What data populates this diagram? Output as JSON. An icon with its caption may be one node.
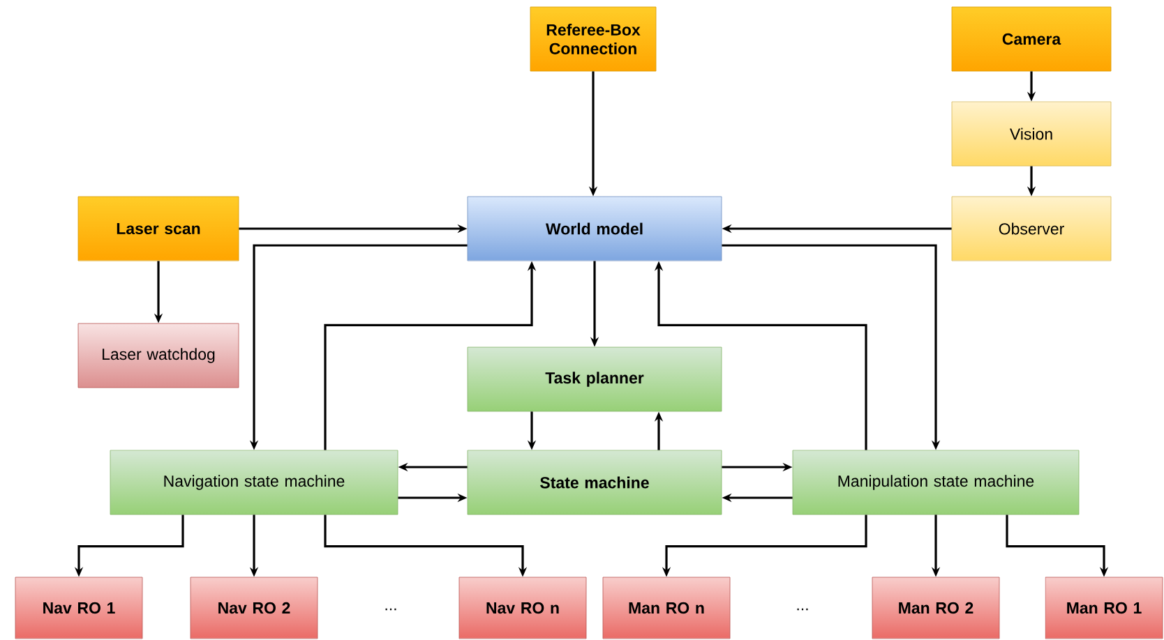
{
  "diagram": {
    "nodes": [
      {
        "text": [
          "Referee-Box Connection"
        ]
      },
      {
        "text": [
          "Camera"
        ]
      },
      {
        "text": [
          "Vision"
        ]
      },
      {
        "text": [
          "Laser scan"
        ]
      },
      {
        "text": [
          "World model"
        ]
      },
      {
        "text": [
          "Observer"
        ]
      },
      {
        "text": [
          "Laser watchdog"
        ]
      },
      {
        "text": [
          "Task planner"
        ]
      },
      {
        "text": [
          "Navigation state machine"
        ]
      },
      {
        "text": [
          "State machine"
        ]
      },
      {
        "text": [
          "Manipulation state machine"
        ]
      },
      {
        "text": [
          "Nav RO 1"
        ]
      },
      {
        "text": [
          "Nav RO 2"
        ]
      },
      {
        "text": [
          "Nav RO n"
        ]
      },
      {
        "text": [
          "Man RO n"
        ]
      },
      {
        "text": [
          "Man RO 2"
        ]
      },
      {
        "text": [
          "Man RO 1"
        ]
      }
    ],
    "edges": [
      {
        "from": 0,
        "to": 4,
        "arrow": "to"
      },
      {
        "from": 1,
        "to": 2,
        "arrow": "to"
      },
      {
        "from": 2,
        "to": 5,
        "arrow": "to"
      },
      {
        "from": 3,
        "to": 4,
        "arrow": "to"
      },
      {
        "from": 5,
        "to": 4,
        "arrow": "to"
      },
      {
        "from": 3,
        "to": 6,
        "arrow": "to"
      },
      {
        "from": 4,
        "to": 8,
        "arrow": "to"
      },
      {
        "from": 8,
        "to": 4,
        "arrow": "to"
      },
      {
        "from": 4,
        "to": 7,
        "arrow": "to"
      },
      {
        "from": 7,
        "to": 9,
        "arrow": "to"
      },
      {
        "from": 9,
        "to": 7,
        "arrow": "to"
      },
      {
        "from": 9,
        "to": 8,
        "arrow": "to"
      },
      {
        "from": 8,
        "to": 9,
        "arrow": "to"
      },
      {
        "from": 9,
        "to": 10,
        "arrow": "to"
      },
      {
        "from": 10,
        "to": 9,
        "arrow": "to"
      },
      {
        "from": 4,
        "to": 10,
        "arrow": "to"
      },
      {
        "from": 10,
        "to": 4,
        "arrow": "to"
      },
      {
        "from": 8,
        "to": 11,
        "arrow": "to"
      },
      {
        "from": 8,
        "to": 12,
        "arrow": "to"
      },
      {
        "from": 8,
        "to": 13,
        "arrow": "to"
      },
      {
        "from": 10,
        "to": 14,
        "arrow": "to"
      },
      {
        "from": 10,
        "to": 15,
        "arrow": "to"
      },
      {
        "from": 10,
        "to": 16,
        "arrow": "to"
      }
    ],
    "labels": [
      "...",
      "..."
    ]
  }
}
